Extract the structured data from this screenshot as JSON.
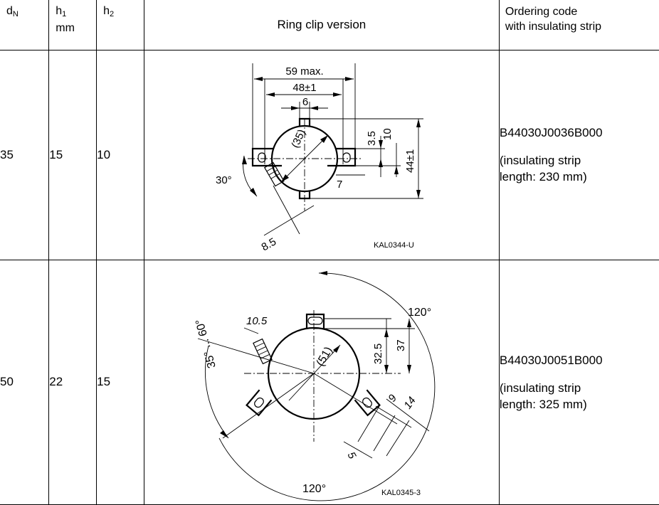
{
  "table": {
    "headers": {
      "dn_main": "d",
      "dn_sub": "N",
      "h1_main": "h",
      "h1_sub": "1",
      "h1_unit": "mm",
      "h2_main": "h",
      "h2_sub": "2",
      "version": "Ring clip version",
      "ordering_line1": "Ordering code",
      "ordering_line2": "with insulating strip"
    },
    "rows": [
      {
        "dn": "35",
        "h1": "15",
        "h2": "10",
        "code": "B44030J0036B000",
        "strip_line1": "(insulating strip",
        "strip_line2": "length: 230 mm)",
        "drawing": {
          "id": "KAL0344-U",
          "dims": {
            "max": "59 max.",
            "pitch": "48±1",
            "width": "6",
            "dia": "(35)",
            "d1": "3.5",
            "d2": "10",
            "height": "44±1",
            "d3": "7",
            "angle": "30°",
            "len": "8.5"
          }
        }
      },
      {
        "dn": "50",
        "h1": "22",
        "h2": "15",
        "code": "B44030J0051B000",
        "strip_line1": "(insulating strip",
        "strip_line2": "length: 325 mm)",
        "drawing": {
          "id": "KAL0345-3",
          "dims": {
            "screw": "10.5",
            "angle_top": "120°",
            "d1": "32.5",
            "d2": "37",
            "dia": "(51)",
            "range": "35° ... 60°",
            "d3": "9",
            "d4": "14",
            "d5": "5",
            "angle_bottom": "120°"
          }
        }
      }
    ]
  }
}
